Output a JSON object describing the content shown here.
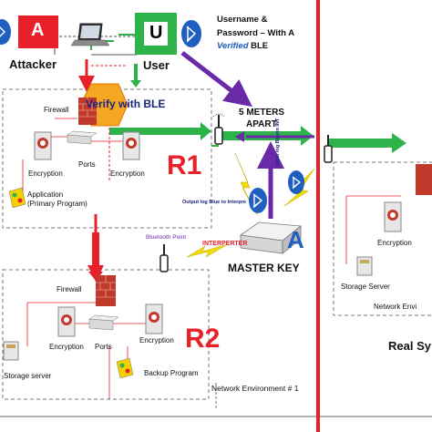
{
  "attacker": {
    "badge": "A",
    "label": "Attacker"
  },
  "user": {
    "badge": "U",
    "label": "User"
  },
  "credentials": {
    "line1": "Username &",
    "line2": "Password – With A",
    "verified_word": "Verified",
    "ble_word": " BLE"
  },
  "verify_label": "Verify with BLE",
  "distance_label": {
    "line1": "5 METERS",
    "line2": "APART"
  },
  "r1": {
    "region_label": "R1",
    "firewall": "Firewall",
    "ports": "Ports",
    "encryption_left": "Encryption",
    "encryption_right": "Encryption",
    "application_line1": "Application",
    "application_line2": "(Primary Program)"
  },
  "center": {
    "bluetooth_point": "Bluetooth Point",
    "interperter": "INTERPERTER",
    "master_key": "MASTER KEY",
    "master_badge": "A",
    "output_log": "Output log Blue to Interpre",
    "input_log": "input log Blueto INT"
  },
  "r2": {
    "region_label": "R2",
    "firewall": "Firewall",
    "encryption_left": "Encryption",
    "ports": "Ports",
    "encryption_right": "Encryption",
    "storage_server": "Storage server",
    "backup_program": "Backup Program",
    "network_env": "Network Environment # 1"
  },
  "right": {
    "encryption": "Encryption",
    "storage_server": "Storage Server",
    "network_env": "Network Envi",
    "real_sys": "Real Sy"
  },
  "colors": {
    "red": "#e8202a",
    "green": "#2db34a",
    "purple": "#6a2aa8",
    "blue": "#1f5fbf",
    "yellow": "#f2dc00",
    "orange": "#f5a623",
    "brick": "#c0392b"
  }
}
